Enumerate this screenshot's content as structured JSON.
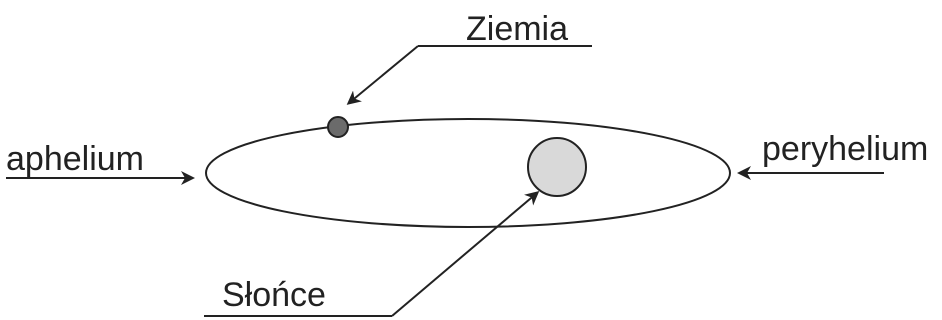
{
  "labels": {
    "earth": "Ziemia",
    "aphelion": "aphelium",
    "perihelion": "peryhelium",
    "sun": "Słońce"
  },
  "colors": {
    "line": "#222222",
    "earth_fill": "#6b6b6b",
    "sun_fill": "#d9d9d9"
  }
}
